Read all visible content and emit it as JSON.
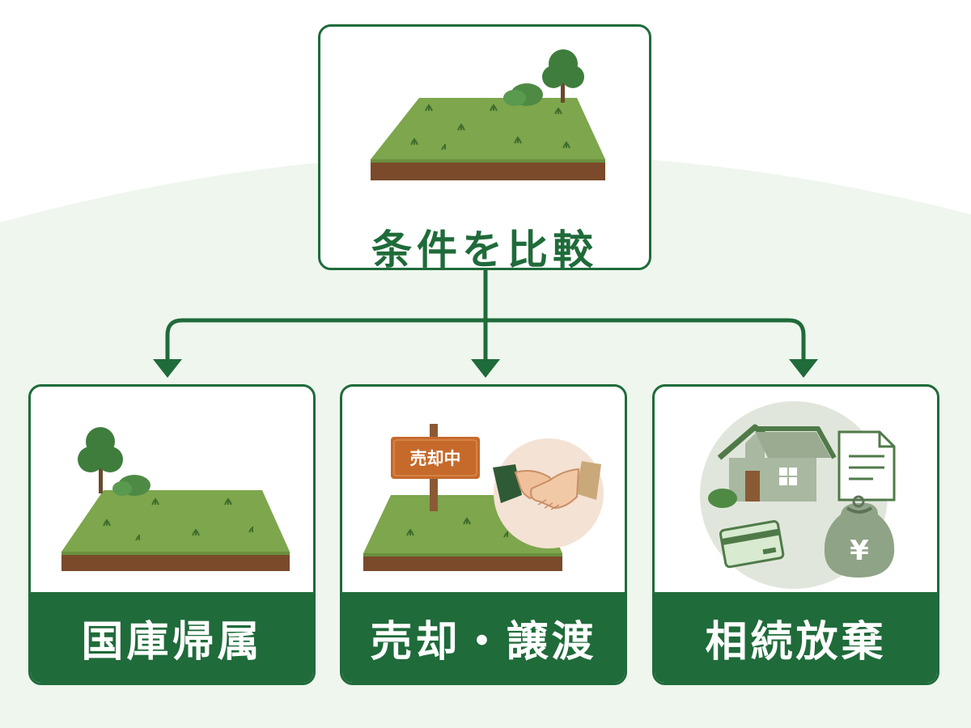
{
  "top": {
    "title": "条件を比較"
  },
  "options": [
    {
      "label": "国庫帰属",
      "illustration": "land-with-trees-icon"
    },
    {
      "label": "売却・譲渡",
      "illustration": "land-for-sale-handshake-icon",
      "sign_text": "売却中"
    },
    {
      "label": "相続放棄",
      "illustration": "house-money-document-icon",
      "bag_symbol": "¥"
    }
  ],
  "colors": {
    "primary": "#1f6b3a",
    "grass": "#7da64d",
    "soil": "#7a4a2b",
    "tree": "#3f7d3c",
    "sign": "#c66a2c",
    "background_wash": "#eef6ee"
  }
}
